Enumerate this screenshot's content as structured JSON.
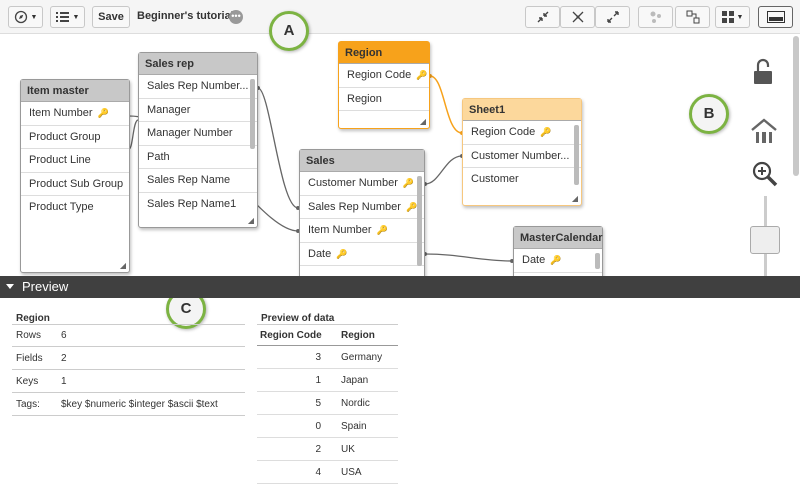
{
  "toolbar": {
    "save_label": "Save",
    "app_title": "Beginner's tutorial",
    "more_label": "•••"
  },
  "tables": {
    "item_master": {
      "title": "Item master",
      "fields": [
        "Item Number",
        "Product Group",
        "Product Line",
        "Product Sub Group",
        "Product Type"
      ]
    },
    "sales_rep": {
      "title": "Sales rep",
      "fields": [
        "Sales Rep Number...",
        "Manager",
        "Manager Number",
        "Path",
        "Sales Rep Name",
        "Sales Rep Name1"
      ]
    },
    "region": {
      "title": "Region",
      "fields": [
        "Region Code",
        "Region"
      ]
    },
    "sheet1": {
      "title": "Sheet1",
      "fields": [
        "Region Code",
        "Customer Number...",
        "Customer"
      ]
    },
    "sales": {
      "title": "Sales",
      "fields": [
        "Customer Number",
        "Sales Rep Number",
        "Item Number",
        "Date"
      ]
    },
    "master_calendar": {
      "title": "MasterCalendar",
      "fields": [
        "Date"
      ]
    }
  },
  "callouts": {
    "a": "A",
    "b": "B",
    "c": "C"
  },
  "preview": {
    "label": "Preview",
    "info_title": "Region",
    "info_rows": [
      {
        "key": "Rows",
        "value": "6"
      },
      {
        "key": "Fields",
        "value": "2"
      },
      {
        "key": "Keys",
        "value": "1"
      },
      {
        "key": "Tags:",
        "value": "$key $numeric $integer $ascii $text"
      }
    ],
    "data_title": "Preview of data",
    "columns": [
      "Region Code",
      "Region"
    ],
    "rows": [
      [
        "3",
        "Germany"
      ],
      [
        "1",
        "Japan"
      ],
      [
        "5",
        "Nordic"
      ],
      [
        "0",
        "Spain"
      ],
      [
        "2",
        "UK"
      ],
      [
        "4",
        "USA"
      ]
    ]
  },
  "icons": {
    "compass": "compass-icon",
    "list": "list-icon",
    "lock": "unlock-icon",
    "home": "home-icon",
    "zoom": "zoom-in-icon"
  },
  "colors": {
    "accent": "#f7a21b",
    "light_accent": "#fcd89c",
    "callout_ring": "#7cb342"
  }
}
